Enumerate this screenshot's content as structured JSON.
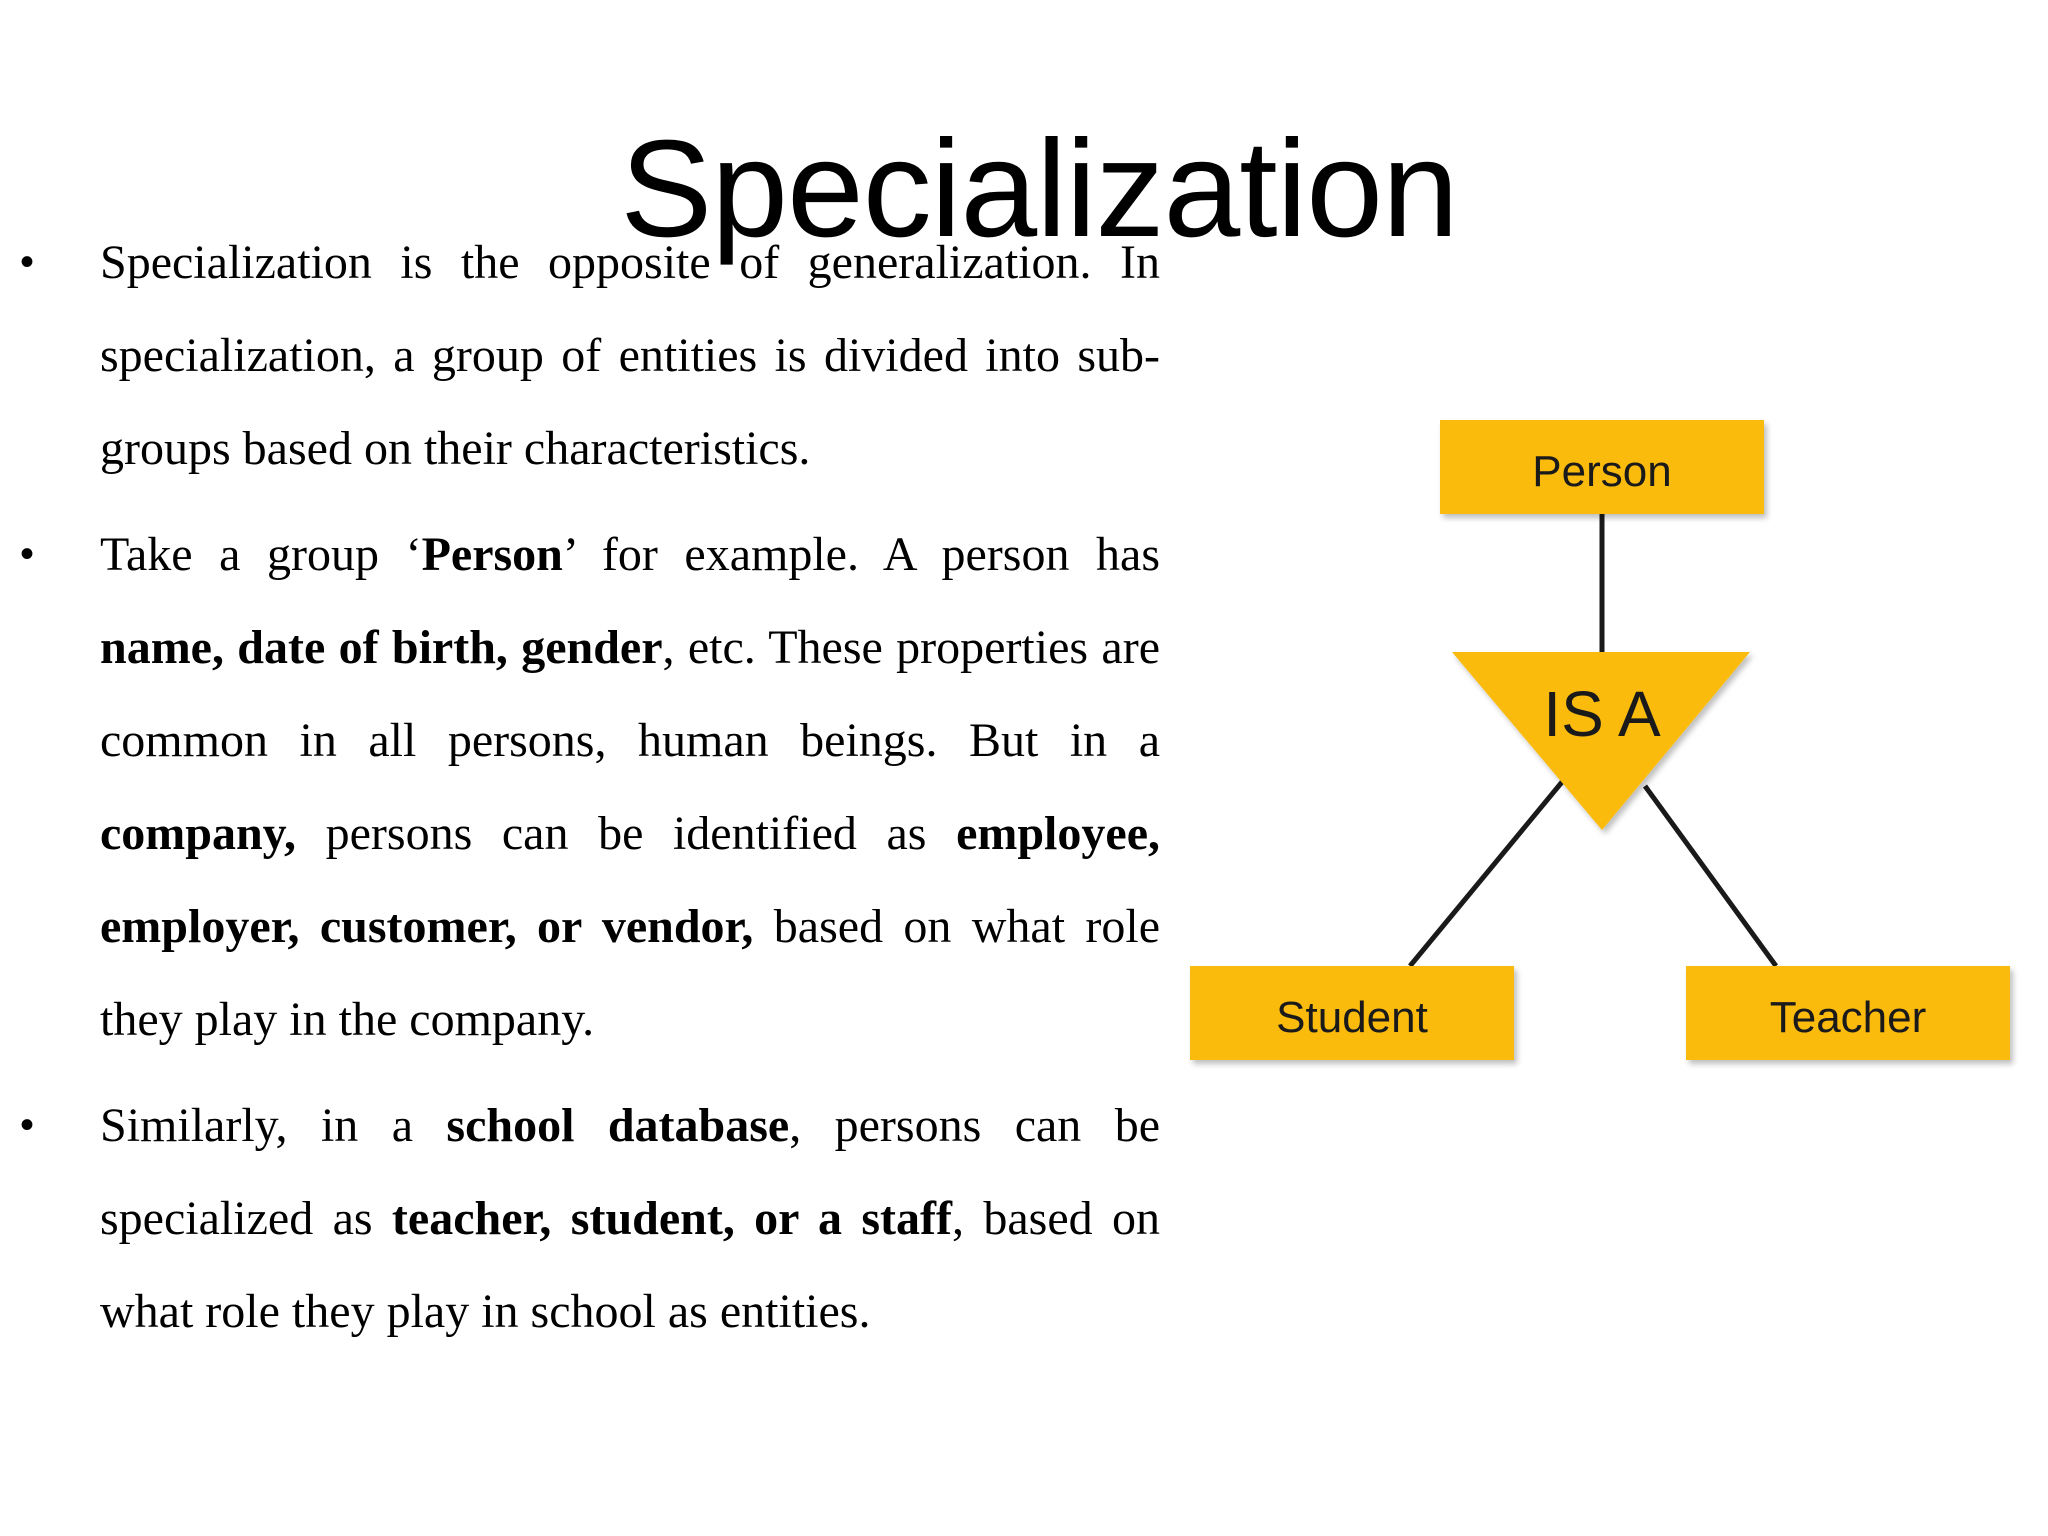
{
  "slide": {
    "title": "Specialization"
  },
  "bullets": [
    {
      "segments": [
        {
          "text": "Specialization is the opposite of generalization. In specialization, a group of entities is divided into sub-groups based on their characteristics.",
          "bold": false
        }
      ]
    },
    {
      "segments": [
        {
          "text": "Take a group ‘",
          "bold": false
        },
        {
          "text": "Person",
          "bold": true
        },
        {
          "text": "’ for example. A person has ",
          "bold": false
        },
        {
          "text": "name, date of birth, gender",
          "bold": true
        },
        {
          "text": ", etc. These properties are common in all persons, human beings. But in a ",
          "bold": false
        },
        {
          "text": "company,",
          "bold": true
        },
        {
          "text": " persons can be identified as ",
          "bold": false
        },
        {
          "text": "employee, employer, customer, or vendor,",
          "bold": true
        },
        {
          "text": " based on what role they play in the company.",
          "bold": false
        }
      ]
    },
    {
      "segments": [
        {
          "text": "Similarly, in a ",
          "bold": false
        },
        {
          "text": "school database",
          "bold": true
        },
        {
          "text": ", persons can be specialized as ",
          "bold": false
        },
        {
          "text": "teacher, student, or a staff",
          "bold": true
        },
        {
          "text": ", based on what role they play in school as entities.",
          "bold": false
        }
      ]
    }
  ],
  "bullet_symbol": "•",
  "diagram": {
    "parent_entity": "Person",
    "isa_label": "IS A",
    "child_entities": [
      "Student",
      "Teacher"
    ],
    "colors": {
      "entity_fill": "#FABB0B",
      "line": "#1a1a1a",
      "text": "#1a1a1a"
    }
  }
}
